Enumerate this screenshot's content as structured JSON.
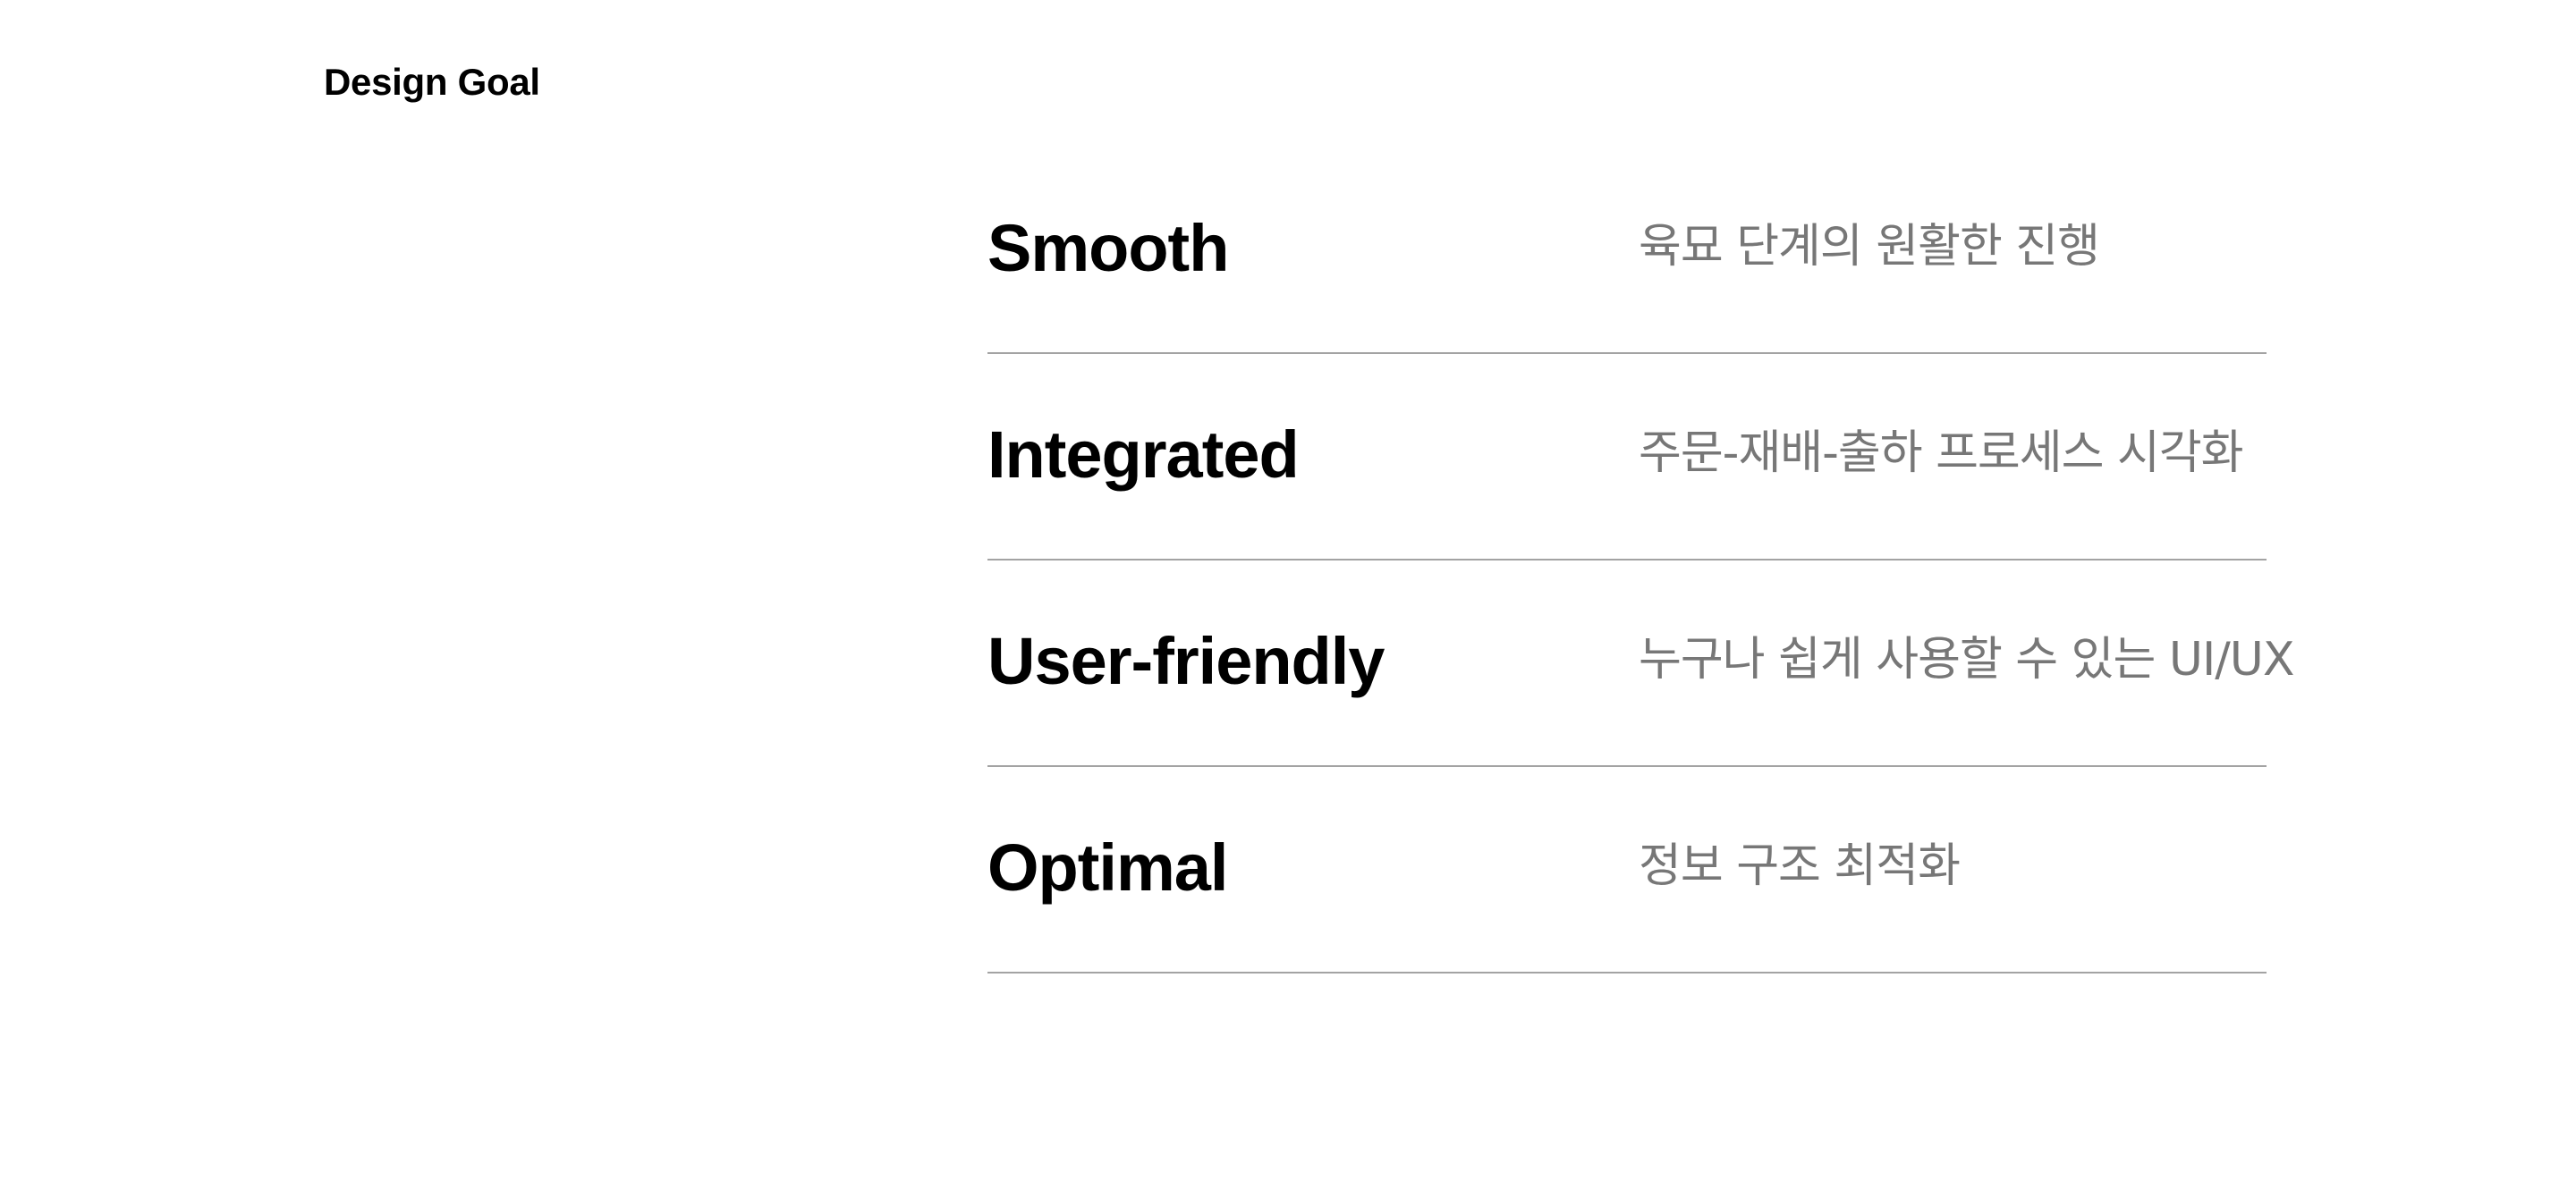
{
  "page": {
    "title": "Design Goal"
  },
  "goals": [
    {
      "term": "Smooth",
      "description": "육묘 단계의 원활한 진행"
    },
    {
      "term": "Integrated",
      "description": "주문-재배-출하 프로세스 시각화"
    },
    {
      "term": "User-friendly",
      "description": "누구나 쉽게 사용할 수 있는 UI/UX"
    },
    {
      "term": "Optimal",
      "description": "정보 구조 최적화"
    }
  ],
  "colors": {
    "text_primary": "#000000",
    "text_secondary": "#777777",
    "divider": "#a3a3a3",
    "background": "#ffffff"
  }
}
